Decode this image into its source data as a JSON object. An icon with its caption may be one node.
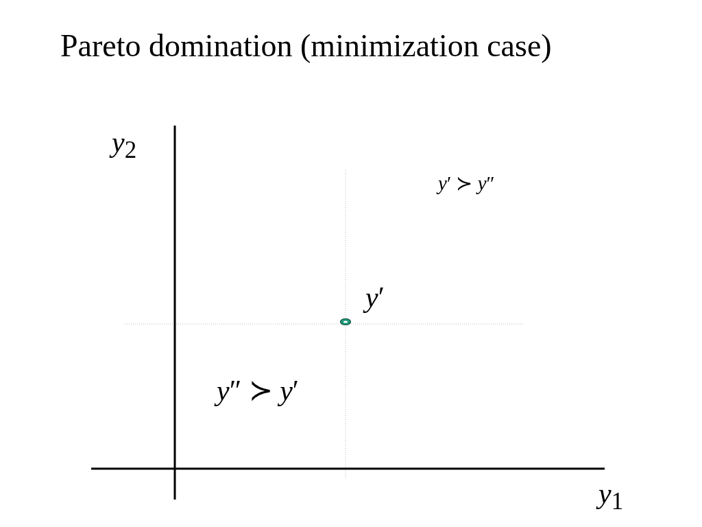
{
  "diagram": {
    "title": "Pareto domination (minimization case)",
    "labels": [
      "*y*$_{2}$",
      "*y*′ ≻ *y*″",
      "*y*′",
      "*y*″ ≻ *y*′",
      "*y*$_{1}$"
    ]
  }
}
